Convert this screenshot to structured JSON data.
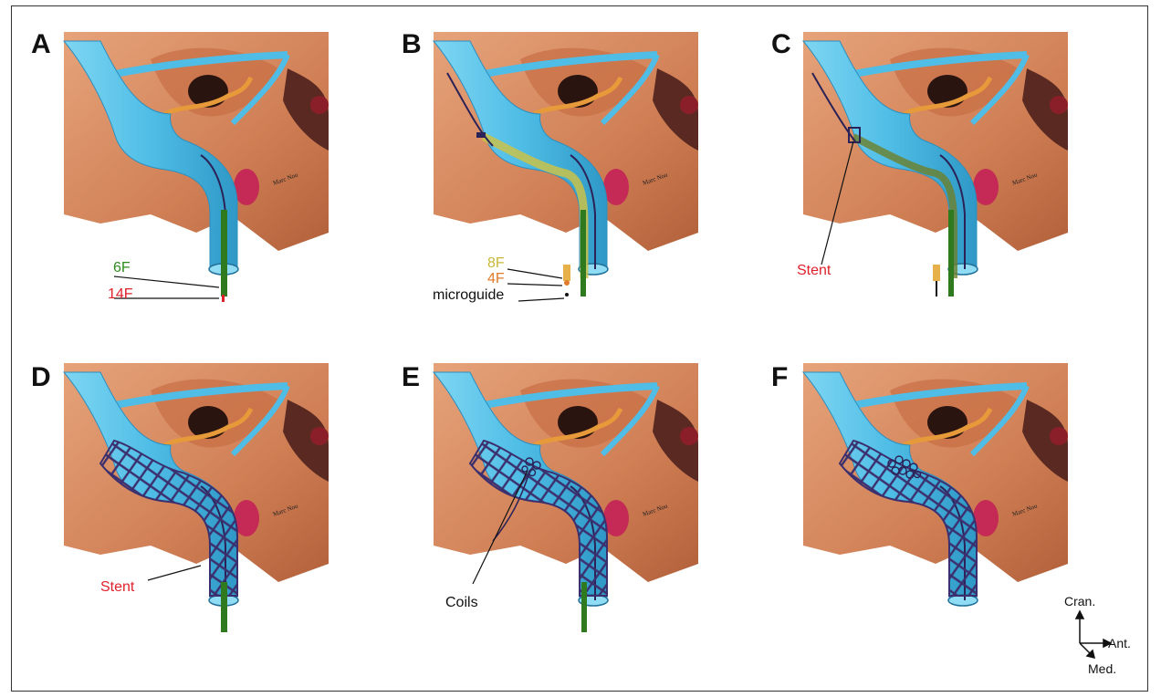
{
  "panels": [
    {
      "label": "A"
    },
    {
      "label": "B"
    },
    {
      "label": "C"
    },
    {
      "label": "D"
    },
    {
      "label": "E"
    },
    {
      "label": "F"
    }
  ],
  "annotations": {
    "a_6f": "6F",
    "a_14f": "14F",
    "b_8f": "8F",
    "b_4f": "4F",
    "b_microguide": "microguide",
    "c_stent": "Stent",
    "d_stent": "Stent",
    "e_coils": "Coils"
  },
  "orientation": {
    "cran": "Cran.",
    "ant": "Ant.",
    "med": "Med."
  },
  "colors": {
    "bone": "#d98a5e",
    "bone_dark": "#b8623a",
    "vessel": "#58c4e8",
    "vessel_dark": "#2e8fbf",
    "sheath_green": "#2f7a1f",
    "catheter_yellow": "#c9c24a",
    "catheter_orange": "#e07b2a",
    "stent_mesh": "#3b2f6e",
    "label_red": "#e0202a",
    "label_green": "#2e8b1e",
    "label_yellow": "#c9b83a",
    "label_orange": "#e07b2a"
  }
}
